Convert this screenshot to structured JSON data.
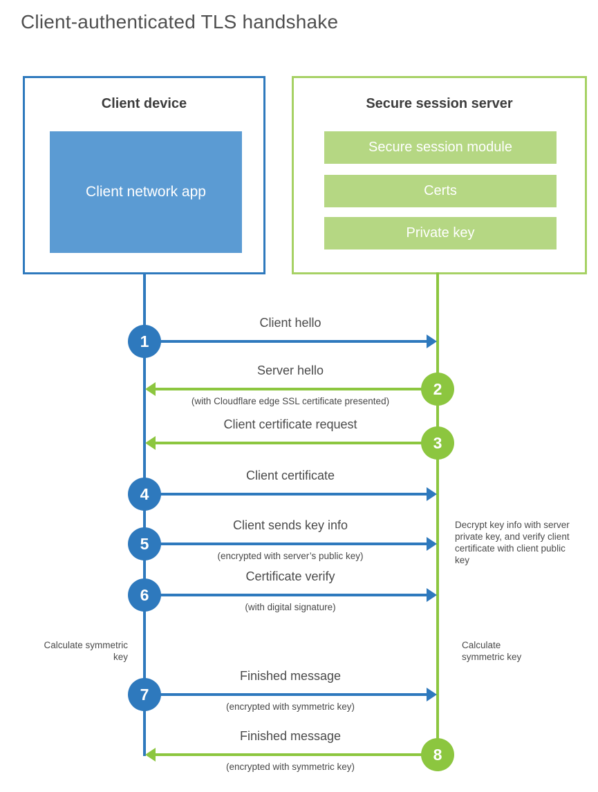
{
  "title": "Client-authenticated TLS handshake",
  "colors": {
    "client_blue": "#2e79bd",
    "client_fill_blue": "#5b9bd3",
    "server_green": "#8cc63f",
    "server_border_green": "#a6d164",
    "server_fill_green": "#b5d783",
    "text_gray": "#4a4a4a"
  },
  "client_box": {
    "title": "Client device",
    "inner_label": "Client network app"
  },
  "server_box": {
    "title": "Secure session server",
    "modules": [
      "Secure session module",
      "Certs",
      "Private key"
    ]
  },
  "steps": [
    {
      "num": "1",
      "label": "Client hello",
      "sub": "",
      "direction": "right",
      "color": "blue"
    },
    {
      "num": "2",
      "label": "Server hello",
      "sub": "(with Cloudflare edge SSL certificate presented)",
      "direction": "left",
      "color": "green"
    },
    {
      "num": "3",
      "label": "Client certificate request",
      "sub": "",
      "direction": "left",
      "color": "green"
    },
    {
      "num": "4",
      "label": "Client certificate",
      "sub": "",
      "direction": "right",
      "color": "blue"
    },
    {
      "num": "5",
      "label": "Client sends key info",
      "sub": "(encrypted with server’s public key)",
      "direction": "right",
      "color": "blue"
    },
    {
      "num": "6",
      "label": "Certificate verify",
      "sub": "(with digital signature)",
      "direction": "right",
      "color": "blue"
    },
    {
      "num": "7",
      "label": "Finished message",
      "sub": "(encrypted with symmetric key)",
      "direction": "right",
      "color": "blue"
    },
    {
      "num": "8",
      "label": "Finished message",
      "sub": "(encrypted with symmetric key)",
      "direction": "left",
      "color": "green"
    }
  ],
  "annotations": {
    "server_note": "Decrypt key info with server private key, and verify client certificate with client public key",
    "client_calc": "Calculate symmetric key",
    "server_calc": "Calculate symmetric key"
  }
}
